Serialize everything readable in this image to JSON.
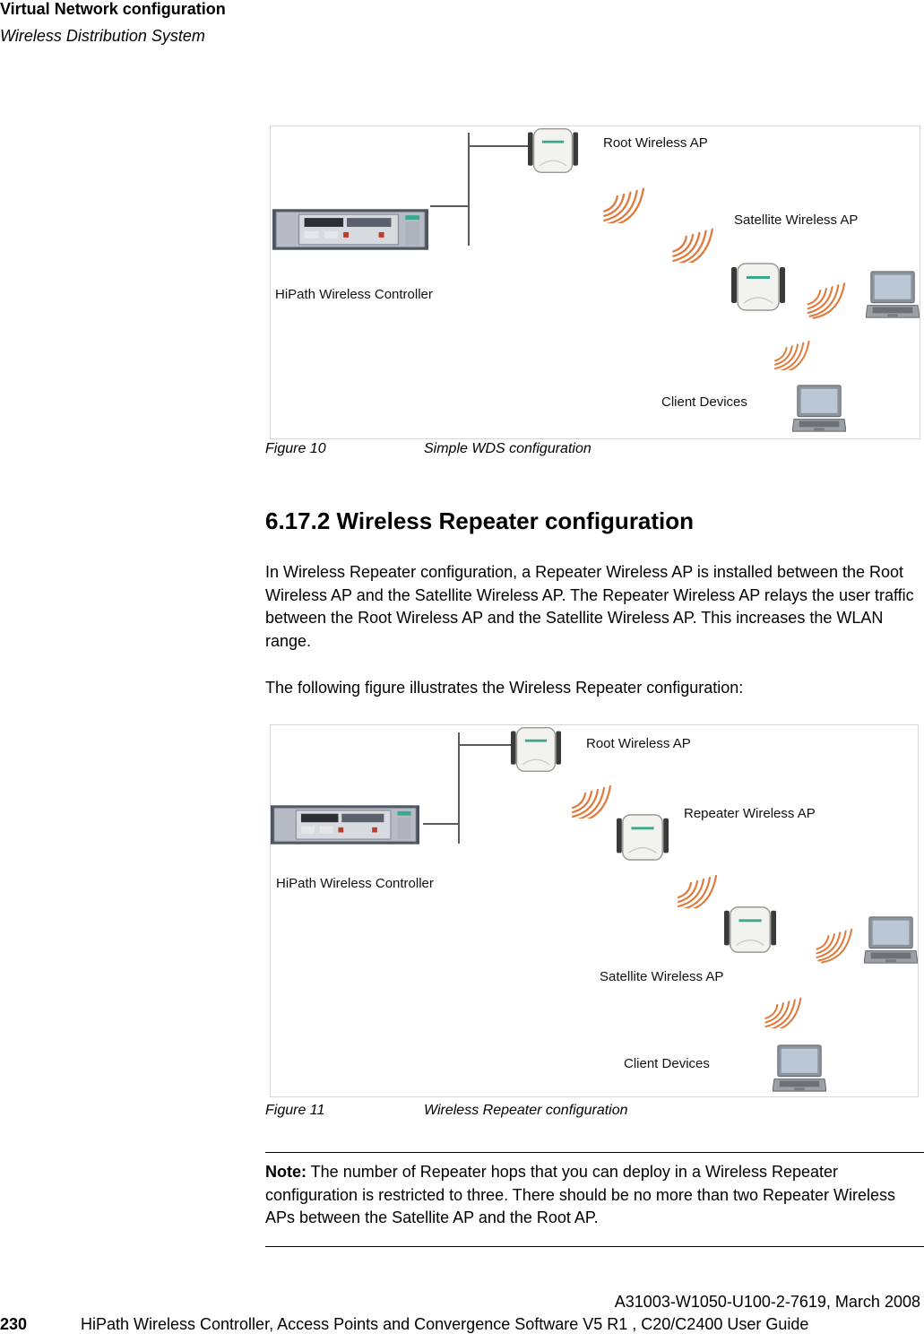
{
  "header": {
    "title": "Virtual Network configuration",
    "subtitle": "Wireless Distribution System"
  },
  "figure10": {
    "labels": {
      "root_ap": "Root Wireless AP",
      "satellite_ap": "Satellite Wireless AP",
      "controller": "HiPath Wireless Controller",
      "clients": "Client Devices"
    },
    "caption_number": "Figure 10",
    "caption_title": "Simple WDS configuration"
  },
  "section": {
    "heading": "6.17.2  Wireless Repeater configuration",
    "paragraph1": "In Wireless Repeater configuration, a Repeater Wireless AP is installed between the Root Wireless AP and the Satellite Wireless AP. The Repeater Wireless AP relays the user traffic between the Root Wireless AP and the Satellite Wireless AP. This increases the WLAN range.",
    "paragraph2": "The following figure illustrates the Wireless Repeater configuration:"
  },
  "figure11": {
    "labels": {
      "root_ap": "Root Wireless AP",
      "repeater_ap": "Repeater Wireless AP",
      "controller": "HiPath Wireless Controller",
      "satellite_ap": "Satellite Wireless AP",
      "clients": "Client Devices"
    },
    "caption_number": "Figure 11",
    "caption_title": "Wireless Repeater configuration"
  },
  "note": {
    "label": "Note:",
    "text": " The number of Repeater hops that you can deploy in a Wireless Repeater configuration is restricted to three. There should be no more than two Repeater Wireless APs between the Satellite AP and the Root AP."
  },
  "footer": {
    "doc_code": "A31003-W1050-U100-2-7619, March 2008",
    "page_number": "230",
    "doc_title": "HiPath Wireless Controller, Access Points and Convergence Software V5 R1 , C20/C2400 User Guide"
  },
  "colors": {
    "signal": "#e07a3c",
    "device_gray": "#8a8f98",
    "ap_body": "#f2f2ee"
  }
}
